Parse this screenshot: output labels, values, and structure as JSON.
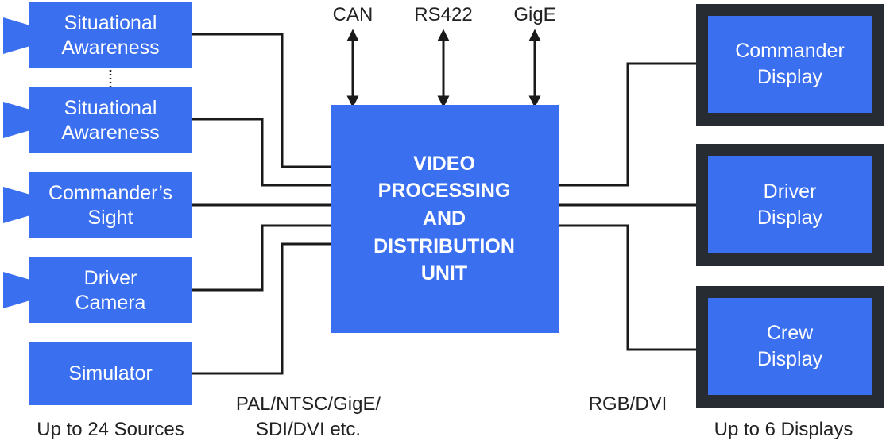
{
  "colors": {
    "box_fill": "#3a6ff0",
    "monitor_frame": "#272c33",
    "wire": "#1a1a1a",
    "text_dark": "#222222",
    "text_light": "#ffffff"
  },
  "sources": [
    {
      "lines": [
        "Situational",
        "Awareness"
      ]
    },
    {
      "lines": [
        "Situational",
        "Awareness"
      ]
    },
    {
      "lines": [
        "Commander’s",
        "Sight"
      ]
    },
    {
      "lines": [
        "Driver",
        "Camera"
      ]
    },
    {
      "lines": [
        "Simulator"
      ]
    }
  ],
  "unit": {
    "lines": [
      "VIDEO",
      "PROCESSING",
      "AND",
      "DISTRIBUTION",
      "UNIT"
    ]
  },
  "interfaces": [
    "CAN",
    "RS422",
    "GigE"
  ],
  "displays": [
    {
      "lines": [
        "Commander",
        "Display"
      ]
    },
    {
      "lines": [
        "Driver",
        "Display"
      ]
    },
    {
      "lines": [
        "Crew",
        "Display"
      ]
    }
  ],
  "labels": {
    "sources_caption": "Up to 24 Sources",
    "input_formats": [
      "PAL/NTSC/GigE/",
      "SDI/DVI etc."
    ],
    "output_formats": "RGB/DVI",
    "displays_caption": "Up to 6 Displays"
  }
}
